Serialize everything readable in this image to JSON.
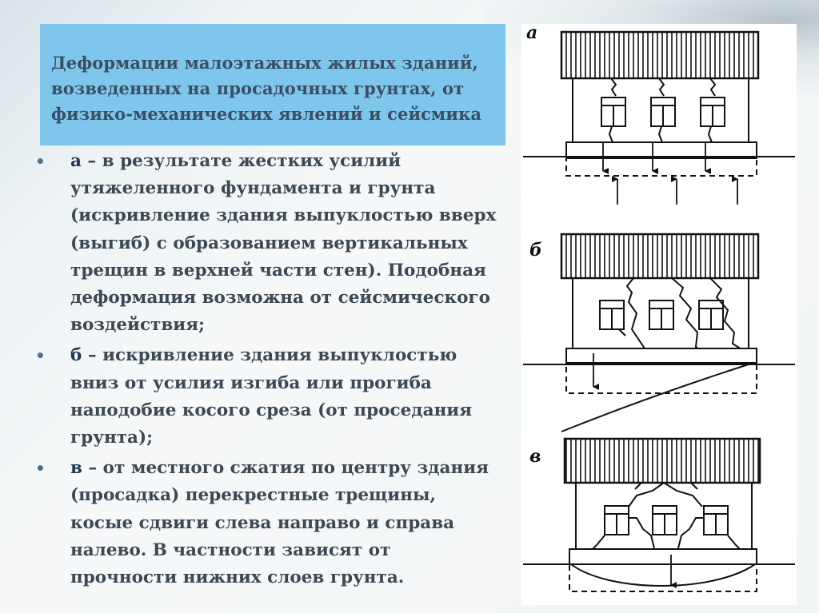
{
  "title": "Деформации малоэтажных жилых зданий, возведенных на просадочных грунтах, от физико-механических явлений и сейсмика",
  "bullets": [
    {
      "marker": "•",
      "letter": "а",
      "text": " – в результате жестких усилий утяжеленного фундамента и грунта (искривление здания выпуклостью вверх (выгиб) с образованием вертикальных трещин в верхней части стен). Подобная деформация возможна от сейсмического воздействия;"
    },
    {
      "marker": "•",
      "letter": "б",
      "text": " – искривление здания выпуклостью вниз от усилия изгиба или прогиба наподобие косого среза (от проседания грунта);"
    },
    {
      "marker": "•",
      "letter": "в",
      "text": " – от местного сжатия по центру здания (просадка) перекрестные трещины, косые сдвиги слева направо и справа налево. В частности зависят от прочности нижних слоев грунта."
    }
  ],
  "figure_labels": {
    "a": "а",
    "b": "б",
    "c": "в"
  },
  "colors": {
    "title_bg": "#7ec6ec",
    "title_text": "#3c4f62",
    "body_text": "#3c4852",
    "letter_text": "#1f3553",
    "bullet": "#4f6f8c"
  }
}
